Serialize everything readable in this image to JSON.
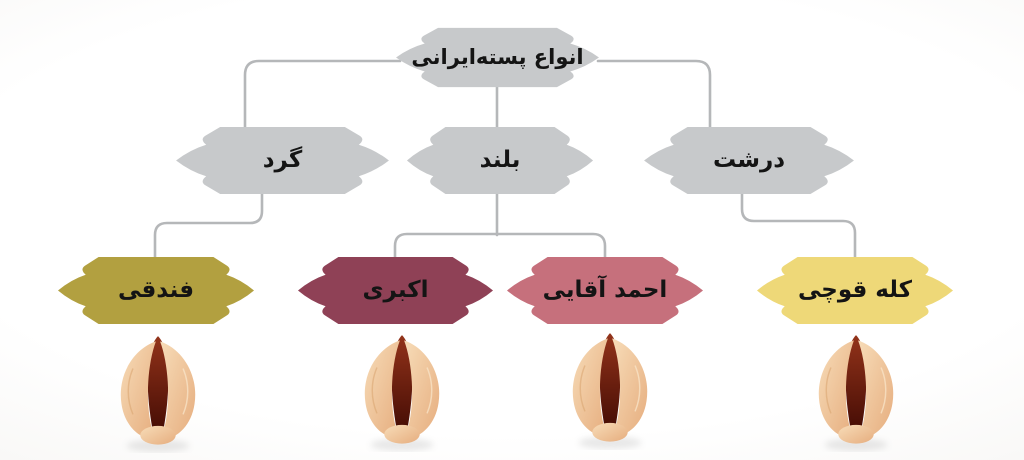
{
  "diagram": {
    "line_color": "#b5b7b9",
    "nodes": {
      "root": {
        "label": "انواع پسته‌ایرانی",
        "color": "#c7c9cb"
      },
      "gerd": {
        "label": "گرد",
        "color": "#c7c9cb"
      },
      "boland": {
        "label": "بلند",
        "color": "#c7c9cb"
      },
      "dorosht": {
        "label": "درشت",
        "color": "#c7c9cb"
      },
      "fandoghi": {
        "label": "فندقی",
        "color": "#b2a040"
      },
      "akbari": {
        "label": "اکبری",
        "color": "#8f4156"
      },
      "ahmad_aghaei": {
        "label": "احمد آقایی",
        "color": "#c6707c"
      },
      "kale_ghouchi": {
        "label": "کله قوچی",
        "color": "#eed878"
      }
    },
    "pistachio": {
      "shell_light": "#f7dcb8",
      "shell_dark": "#e6ad7e",
      "kernel_light": "#93331a",
      "kernel_dark": "#460d05",
      "shadow": "#9a9a9a"
    }
  }
}
